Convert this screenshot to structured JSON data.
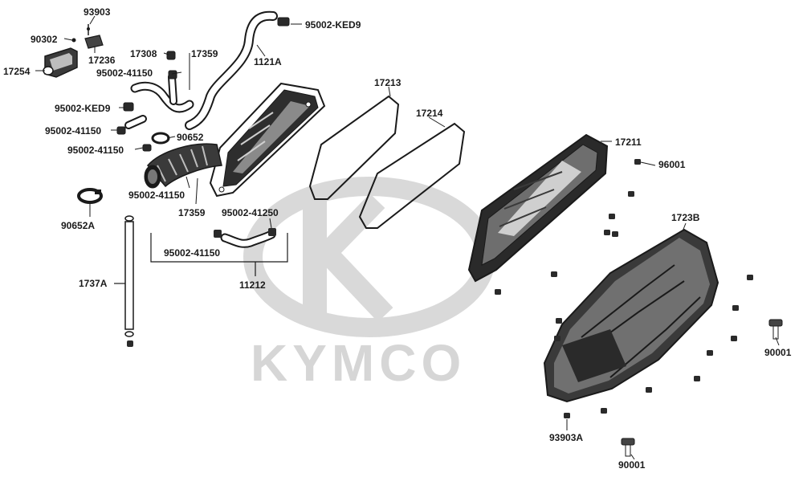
{
  "watermark": {
    "brand": "KYMCO",
    "color": "#d6d6d6"
  },
  "colors": {
    "line": "#1a1a1a",
    "part_fill": "#2a2a2a",
    "watermark": "#d6d6d6"
  },
  "labels": {
    "l93903": "93903",
    "l90302": "90302",
    "l17236": "17236",
    "l17254": "17254",
    "l17308": "17308",
    "l17359a": "17359",
    "l95002_41150a": "95002-41150",
    "l95002_ked9a": "95002-KED9",
    "l1121a": "1121A",
    "l95002_ked9b": "95002-KED9",
    "l95002_41150b": "95002-41150",
    "l90652": "90652",
    "l95002_41150c": "95002-41150",
    "l95002_41150d": "95002-41150",
    "l17359b": "17359",
    "l90652a": "90652A",
    "l95002_41250": "95002-41250",
    "l95002_41150e": "95002-41150",
    "l11212": "11212",
    "l1737a": "1737A",
    "l17213": "17213",
    "l17214": "17214",
    "l17211": "17211",
    "l96001": "96001",
    "l1723b": "1723B",
    "l90001a": "90001",
    "l93903a": "93903A",
    "l90001b": "90001"
  }
}
